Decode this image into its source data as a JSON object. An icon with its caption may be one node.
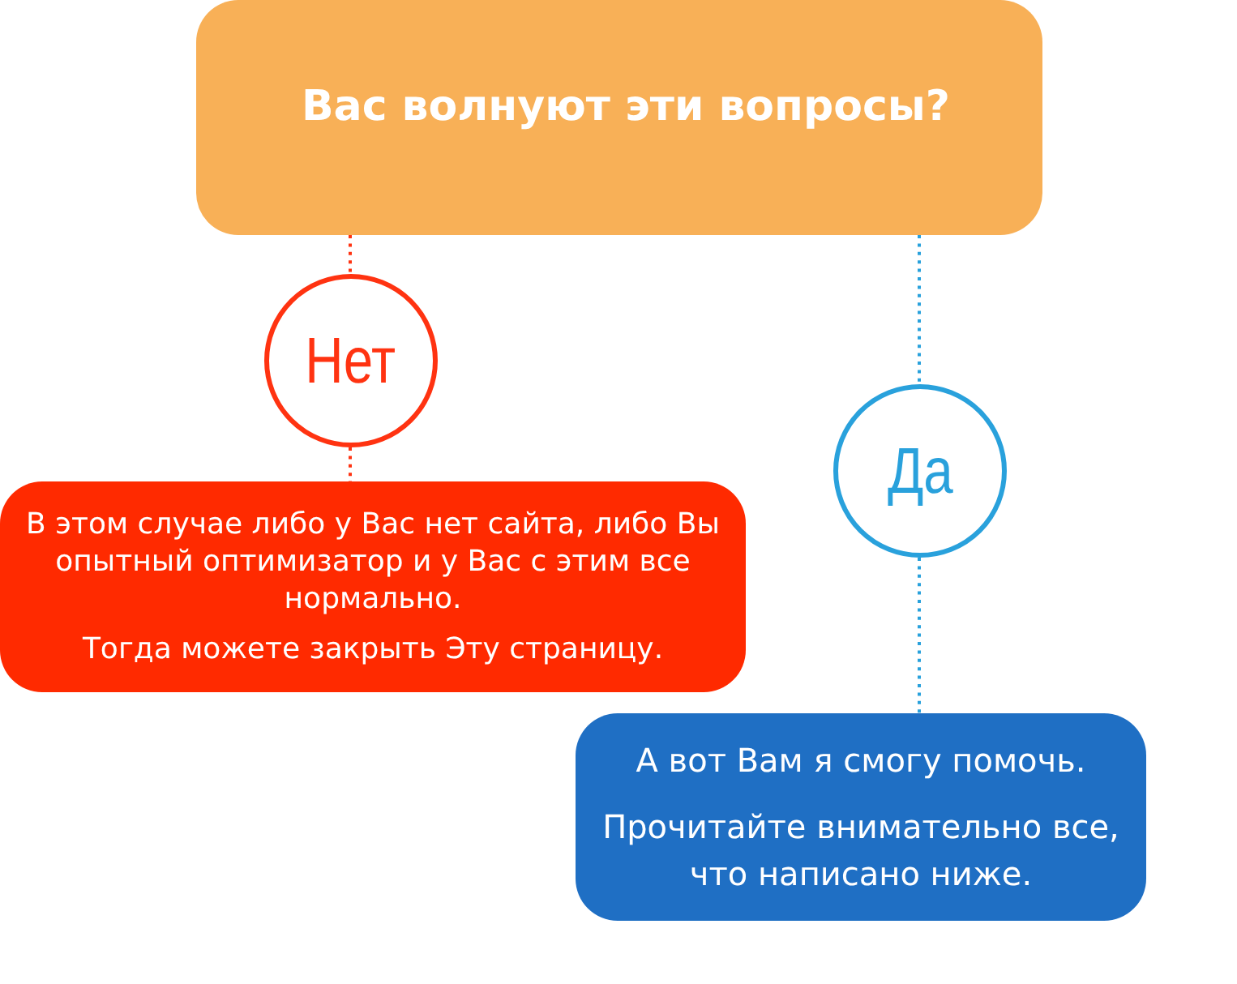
{
  "diagram": {
    "nodes": [
      {
        "text": [
          "Вас волнуют эти вопросы?"
        ]
      },
      {
        "text": [
          "Нет"
        ]
      },
      {
        "text": [
          "В этом случае либо у Вас нет сайта, либо Вы опытный оптимизатор и у Вас с этим все нормально.",
          "Тогда можете закрыть Эту страницу."
        ]
      },
      {
        "text": [
          "Да"
        ]
      },
      {
        "text": [
          "А вот Вам я смогу помочь.",
          "Прочитайте внимательно все, что написано ниже."
        ]
      }
    ],
    "edges": [
      {
        "from": 0,
        "to": 1,
        "arrow": "none",
        "style": "dashed",
        "color": "#ff3311"
      },
      {
        "from": 1,
        "to": 2,
        "arrow": "none",
        "style": "dashed",
        "color": "#ff3311"
      },
      {
        "from": 0,
        "to": 3,
        "arrow": "none",
        "style": "dashed",
        "color": "#29a1dc"
      },
      {
        "from": 3,
        "to": 4,
        "arrow": "none",
        "style": "dashed",
        "color": "#29a1dc"
      }
    ]
  }
}
